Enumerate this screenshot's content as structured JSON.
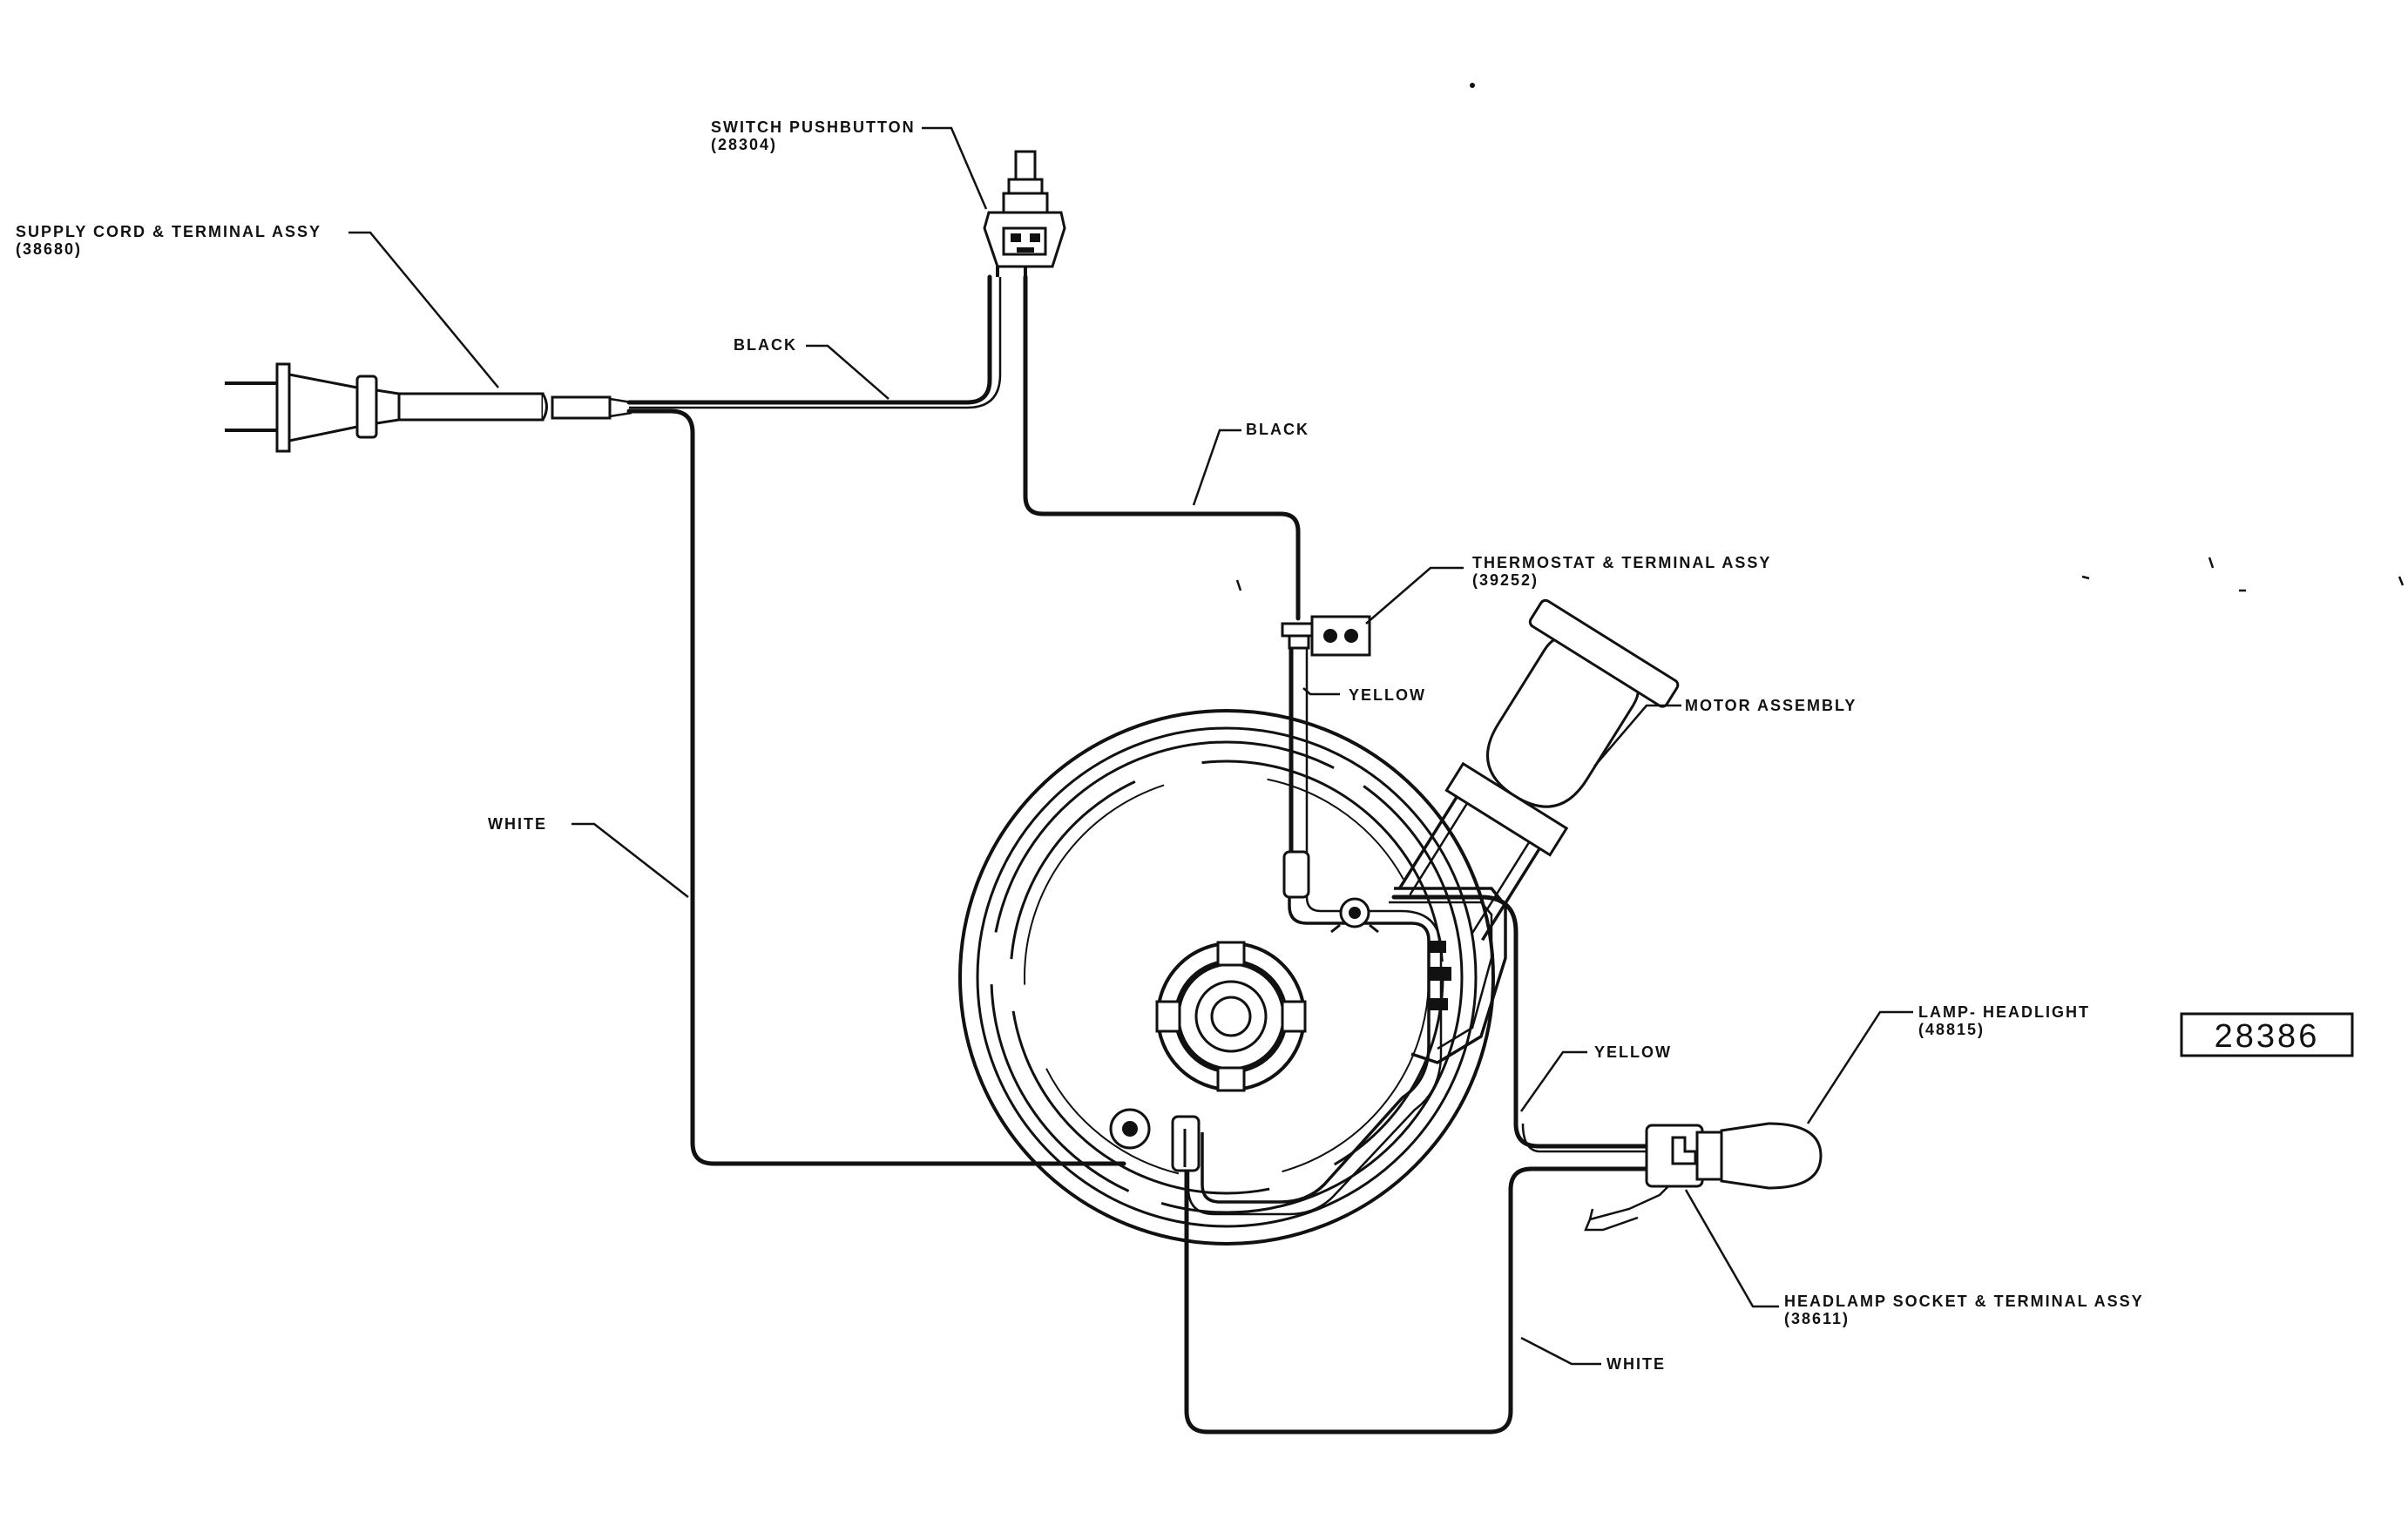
{
  "labels": {
    "switch": "SWITCH PUSHBUTTON",
    "switch_part": "(28304)",
    "supply": "SUPPLY CORD & TERMINAL ASSY",
    "supply_part": "(38680)",
    "black1": "BLACK",
    "black2": "BLACK",
    "thermostat": "THERMOSTAT & TERMINAL ASSY",
    "thermostat_part": "(39252)",
    "yellow1": "YELLOW",
    "motor": "MOTOR ASSEMBLY",
    "white1": "WHITE",
    "lamp": "LAMP- HEADLIGHT",
    "lamp_part": "(48815)",
    "yellow2": "YELLOW",
    "socket": "HEADLAMP SOCKET & TERMINAL ASSY",
    "socket_part": "(38611)",
    "white2": "WHITE"
  },
  "drawing_number": "28386"
}
